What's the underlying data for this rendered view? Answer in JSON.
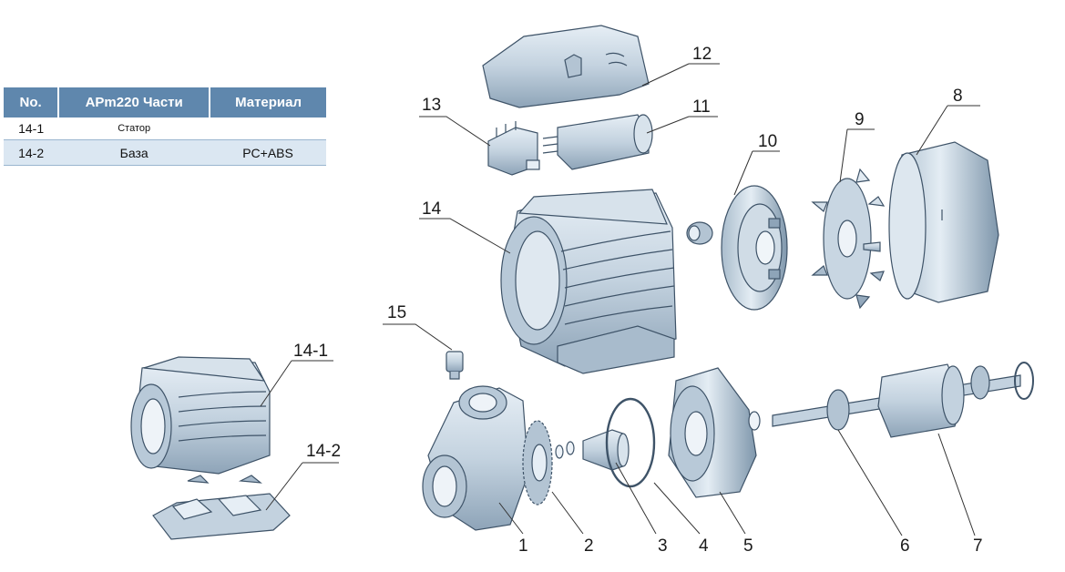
{
  "table": {
    "headers": [
      "No.",
      "APm220 Части",
      "Материал"
    ],
    "rows": [
      {
        "no": "14-1",
        "part": "Статор",
        "material": ""
      },
      {
        "no": "14-2",
        "part": "База",
        "material": "PC+ABS"
      }
    ]
  },
  "callouts": {
    "c1": "1",
    "c2": "2",
    "c3": "3",
    "c4": "4",
    "c5": "5",
    "c6": "6",
    "c7": "7",
    "c8": "8",
    "c9": "9",
    "c10": "10",
    "c11": "11",
    "c12": "12",
    "c13": "13",
    "c14": "14",
    "c15": "15",
    "c14_1": "14-1",
    "c14_2": "14-2"
  },
  "colors": {
    "part_fill": "#cfdbe6",
    "part_shade": "#8da4b8",
    "part_outline": "#3e5368",
    "header_bg": "#5f87ad",
    "row_alt": "#dbe7f2"
  }
}
